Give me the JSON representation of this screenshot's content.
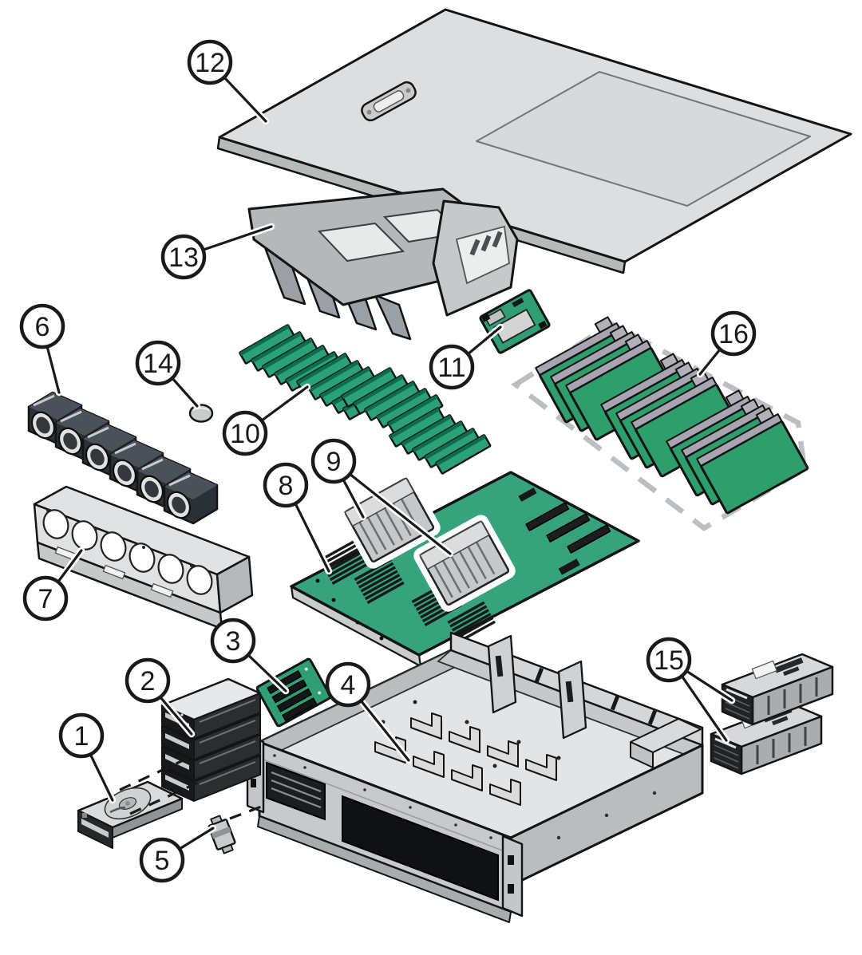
{
  "figure": {
    "description": "Exploded view illustration of a 2U rack server and its numbered components",
    "callouts": [
      {
        "label": "1"
      },
      {
        "label": "2"
      },
      {
        "label": "3"
      },
      {
        "label": "4"
      },
      {
        "label": "5"
      },
      {
        "label": "6"
      },
      {
        "label": "7"
      },
      {
        "label": "8"
      },
      {
        "label": "9"
      },
      {
        "label": "10"
      },
      {
        "label": "11"
      },
      {
        "label": "12"
      },
      {
        "label": "13"
      },
      {
        "label": "14"
      },
      {
        "label": "15"
      },
      {
        "label": "16"
      }
    ],
    "colors": {
      "background": "#ffffff",
      "pcb_green": "#2f9e74",
      "dimm_green": "#2aa176",
      "card_green": "#2f9e6d",
      "cover_gray": "#dcdedf",
      "baffle_gray": "#b4b8ba",
      "metal_light": "#d9dbdc",
      "metal_mid": "#b9bdbf",
      "line_dark": "#1a1a1a",
      "dashed_outline_gray": "#bcbfc1"
    }
  }
}
